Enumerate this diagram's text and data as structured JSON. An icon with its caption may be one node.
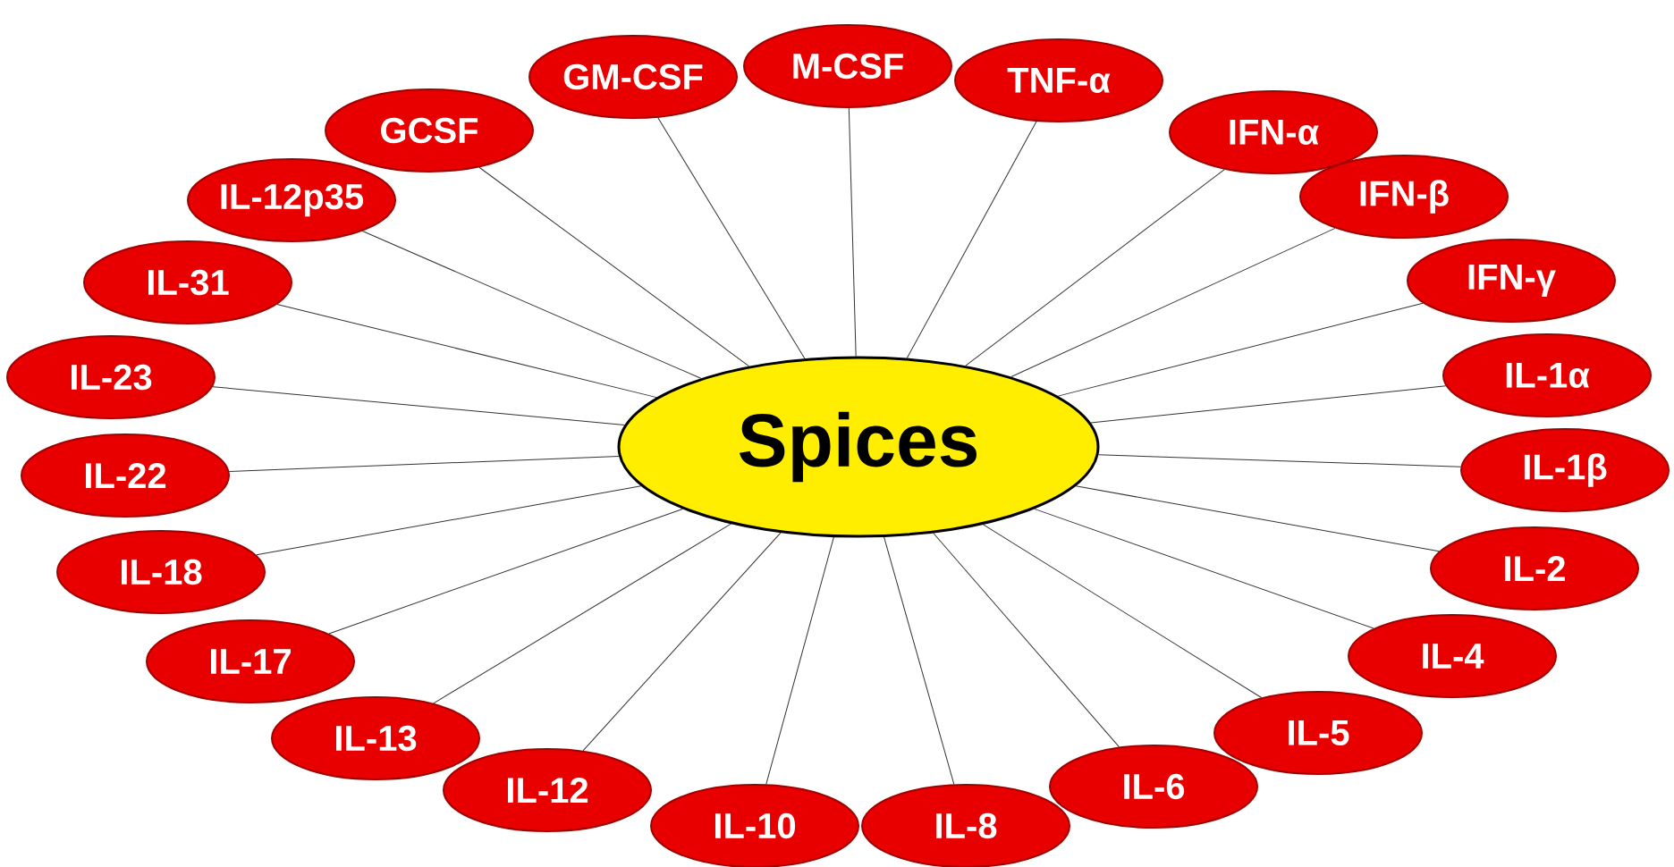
{
  "diagram": {
    "nodes": [
      {
        "text": [
          "Spices"
        ]
      },
      {
        "text": [
          "M-CSF"
        ]
      },
      {
        "text": [
          "TNF-α"
        ]
      },
      {
        "text": [
          "IFN-α"
        ]
      },
      {
        "text": [
          "IFN-β"
        ]
      },
      {
        "text": [
          "IFN-γ"
        ]
      },
      {
        "text": [
          "IL-1α"
        ]
      },
      {
        "text": [
          "IL-1β"
        ]
      },
      {
        "text": [
          "IL-2"
        ]
      },
      {
        "text": [
          "IL-4"
        ]
      },
      {
        "text": [
          "IL-5"
        ]
      },
      {
        "text": [
          "IL-6"
        ]
      },
      {
        "text": [
          "IL-8"
        ]
      },
      {
        "text": [
          "IL-10"
        ]
      },
      {
        "text": [
          "IL-12"
        ]
      },
      {
        "text": [
          "IL-13"
        ]
      },
      {
        "text": [
          "IL-17"
        ]
      },
      {
        "text": [
          "IL-18"
        ]
      },
      {
        "text": [
          "IL-22"
        ]
      },
      {
        "text": [
          "IL-23"
        ]
      },
      {
        "text": [
          "IL-31"
        ]
      },
      {
        "text": [
          "IL-12p35"
        ]
      },
      {
        "text": [
          "GCSF"
        ]
      },
      {
        "text": [
          "GM-CSF"
        ]
      }
    ],
    "edges": [
      {
        "from": 0,
        "to": 1,
        "arrow": "none"
      },
      {
        "from": 0,
        "to": 2,
        "arrow": "none"
      },
      {
        "from": 0,
        "to": 3,
        "arrow": "none"
      },
      {
        "from": 0,
        "to": 4,
        "arrow": "none"
      },
      {
        "from": 0,
        "to": 5,
        "arrow": "none"
      },
      {
        "from": 0,
        "to": 6,
        "arrow": "none"
      },
      {
        "from": 0,
        "to": 7,
        "arrow": "none"
      },
      {
        "from": 0,
        "to": 8,
        "arrow": "none"
      },
      {
        "from": 0,
        "to": 9,
        "arrow": "none"
      },
      {
        "from": 0,
        "to": 10,
        "arrow": "none"
      },
      {
        "from": 0,
        "to": 11,
        "arrow": "none"
      },
      {
        "from": 0,
        "to": 12,
        "arrow": "none"
      },
      {
        "from": 0,
        "to": 13,
        "arrow": "none"
      },
      {
        "from": 0,
        "to": 14,
        "arrow": "none"
      },
      {
        "from": 0,
        "to": 15,
        "arrow": "none"
      },
      {
        "from": 0,
        "to": 16,
        "arrow": "none"
      },
      {
        "from": 0,
        "to": 17,
        "arrow": "none"
      },
      {
        "from": 0,
        "to": 18,
        "arrow": "none"
      },
      {
        "from": 0,
        "to": 19,
        "arrow": "none"
      },
      {
        "from": 0,
        "to": 20,
        "arrow": "none"
      },
      {
        "from": 0,
        "to": 21,
        "arrow": "none"
      },
      {
        "from": 0,
        "to": 22,
        "arrow": "none"
      },
      {
        "from": 0,
        "to": 23,
        "arrow": "none"
      }
    ]
  }
}
